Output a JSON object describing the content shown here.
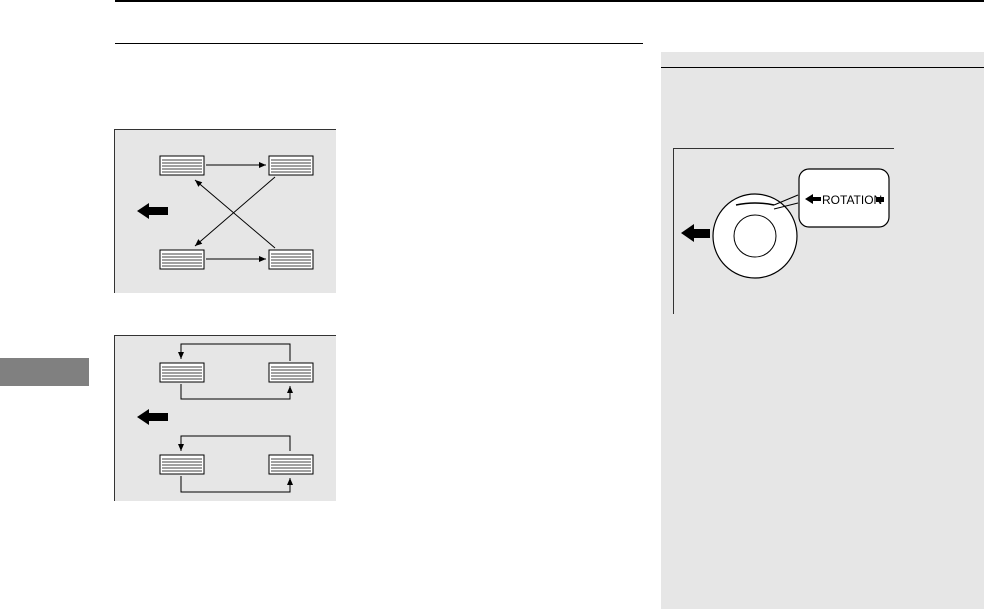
{
  "figures": {
    "cross_rotation": {
      "wheel_count": 4,
      "pattern": "cross"
    },
    "same_side_rotation": {
      "wheel_count": 4,
      "pattern": "front-to-back"
    },
    "directional_tire": {
      "label": "ROTATION"
    }
  },
  "colors": {
    "figure_bg": "#e6e6e6",
    "note_bg": "#e6e6e6",
    "side_tab": "#808080",
    "line": "#000000"
  },
  "icons": [
    "front-direction-arrow-icon",
    "tire-icon",
    "rotation-arrow-icon"
  ]
}
